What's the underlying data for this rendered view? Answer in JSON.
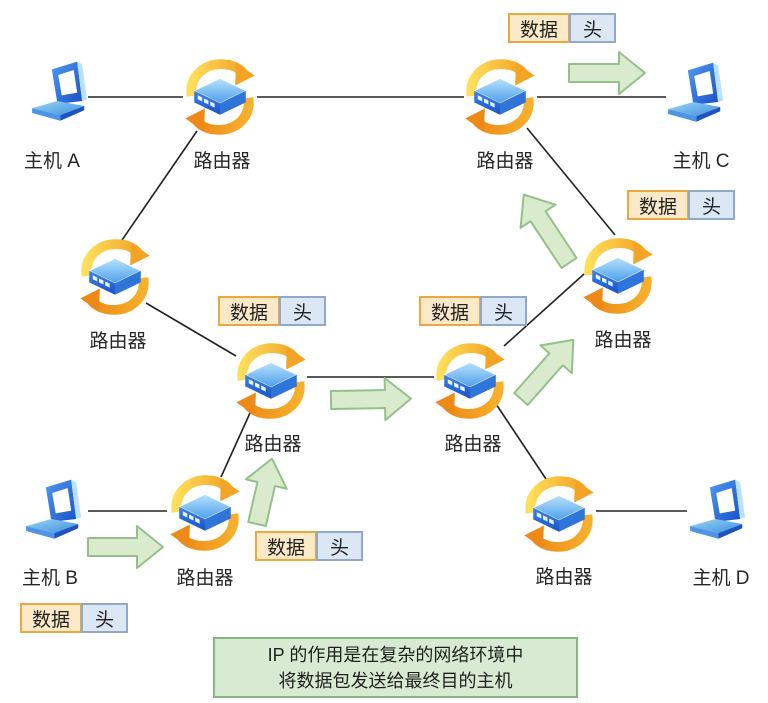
{
  "badge": {
    "data_label": "数据",
    "head_label": "头"
  },
  "labels": {
    "router": "路由器",
    "host_a": "主机 A",
    "host_b": "主机 B",
    "host_c": "主机 C",
    "host_d": "主机 D"
  },
  "caption": {
    "line1": "IP 的作用是在复杂的网络环境中",
    "line2": "将数据包发送给最终目的主机"
  },
  "icons": {
    "router": "router-cycle-icon",
    "host": "laptop-icon",
    "flow": "flow-arrow"
  },
  "colors": {
    "badge_data_bg": "#FCE9C8",
    "badge_data_border": "#E9A93F",
    "badge_head_bg": "#DCE7F6",
    "badge_head_border": "#90A9CB",
    "arrow_fill": "#D9EBCC",
    "arrow_border": "#94C18B",
    "caption_bg": "#D8EBD2",
    "caption_border": "#85B77E",
    "router_arrow_yellow": "#FFDE5A",
    "router_arrow_orange": "#ED8A17",
    "device_blue": "#2E7DE8",
    "link_line": "#222222"
  }
}
